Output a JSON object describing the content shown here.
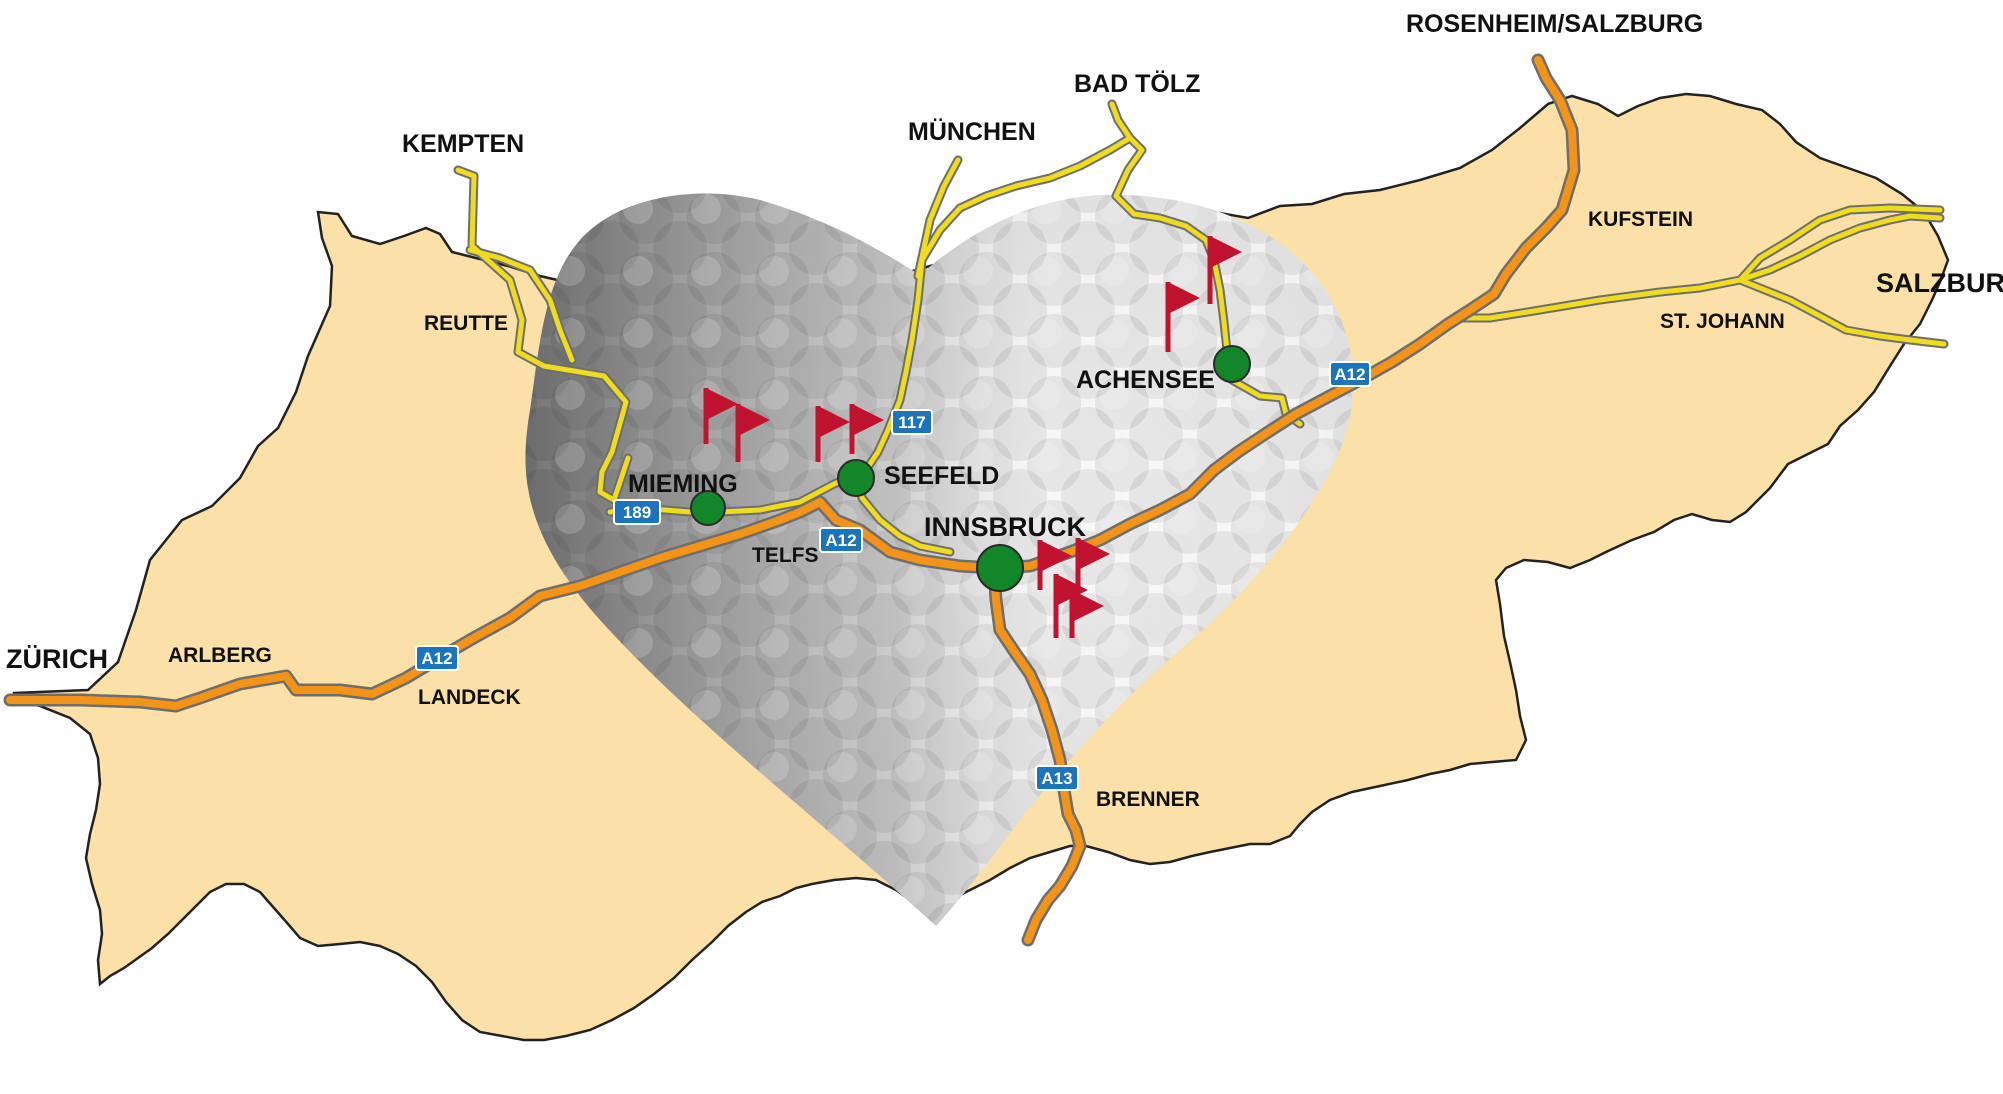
{
  "colors": {
    "land": "#FBE0A8",
    "land_outline": "#222222",
    "motorway": "#F39418",
    "motorway_casing": "#6E6E6E",
    "road": "#F0DC1E",
    "road_casing": "#6E6E6E",
    "shield": "#1C75BC",
    "town_dot": "#13862A",
    "flag": "#C1122F"
  },
  "icons": {
    "golf_flag": "golf-flag-icon",
    "town": "town-marker-icon",
    "heart": "golf-ball-heart-icon"
  },
  "destinations": {
    "rosenheim_salzburg": "ROSENHEIM/SALZBURG",
    "bad_toelz": "BAD TÖLZ",
    "muenchen": "MÜNCHEN",
    "kempten": "KEMPTEN",
    "zuerich": "ZÜRICH",
    "salzburg": "SALZBURG"
  },
  "places": {
    "reutte": "REUTTE",
    "kufstein": "KUFSTEIN",
    "st_johann": "ST. JOHANN",
    "telfs": "TELFS",
    "arlberg": "ARLBERG",
    "landeck": "LANDECK",
    "brenner": "BRENNER"
  },
  "golf_regions": {
    "mieming": "MIEMING",
    "seefeld": "SEEFELD",
    "innsbruck": "INNSBRUCK",
    "achensee": "ACHENSEE"
  },
  "shields": {
    "a12_achensee": "A12",
    "a12_telfs": "A12",
    "a12_landeck": "A12",
    "a13": "A13",
    "b117": "117",
    "b189": "189"
  }
}
